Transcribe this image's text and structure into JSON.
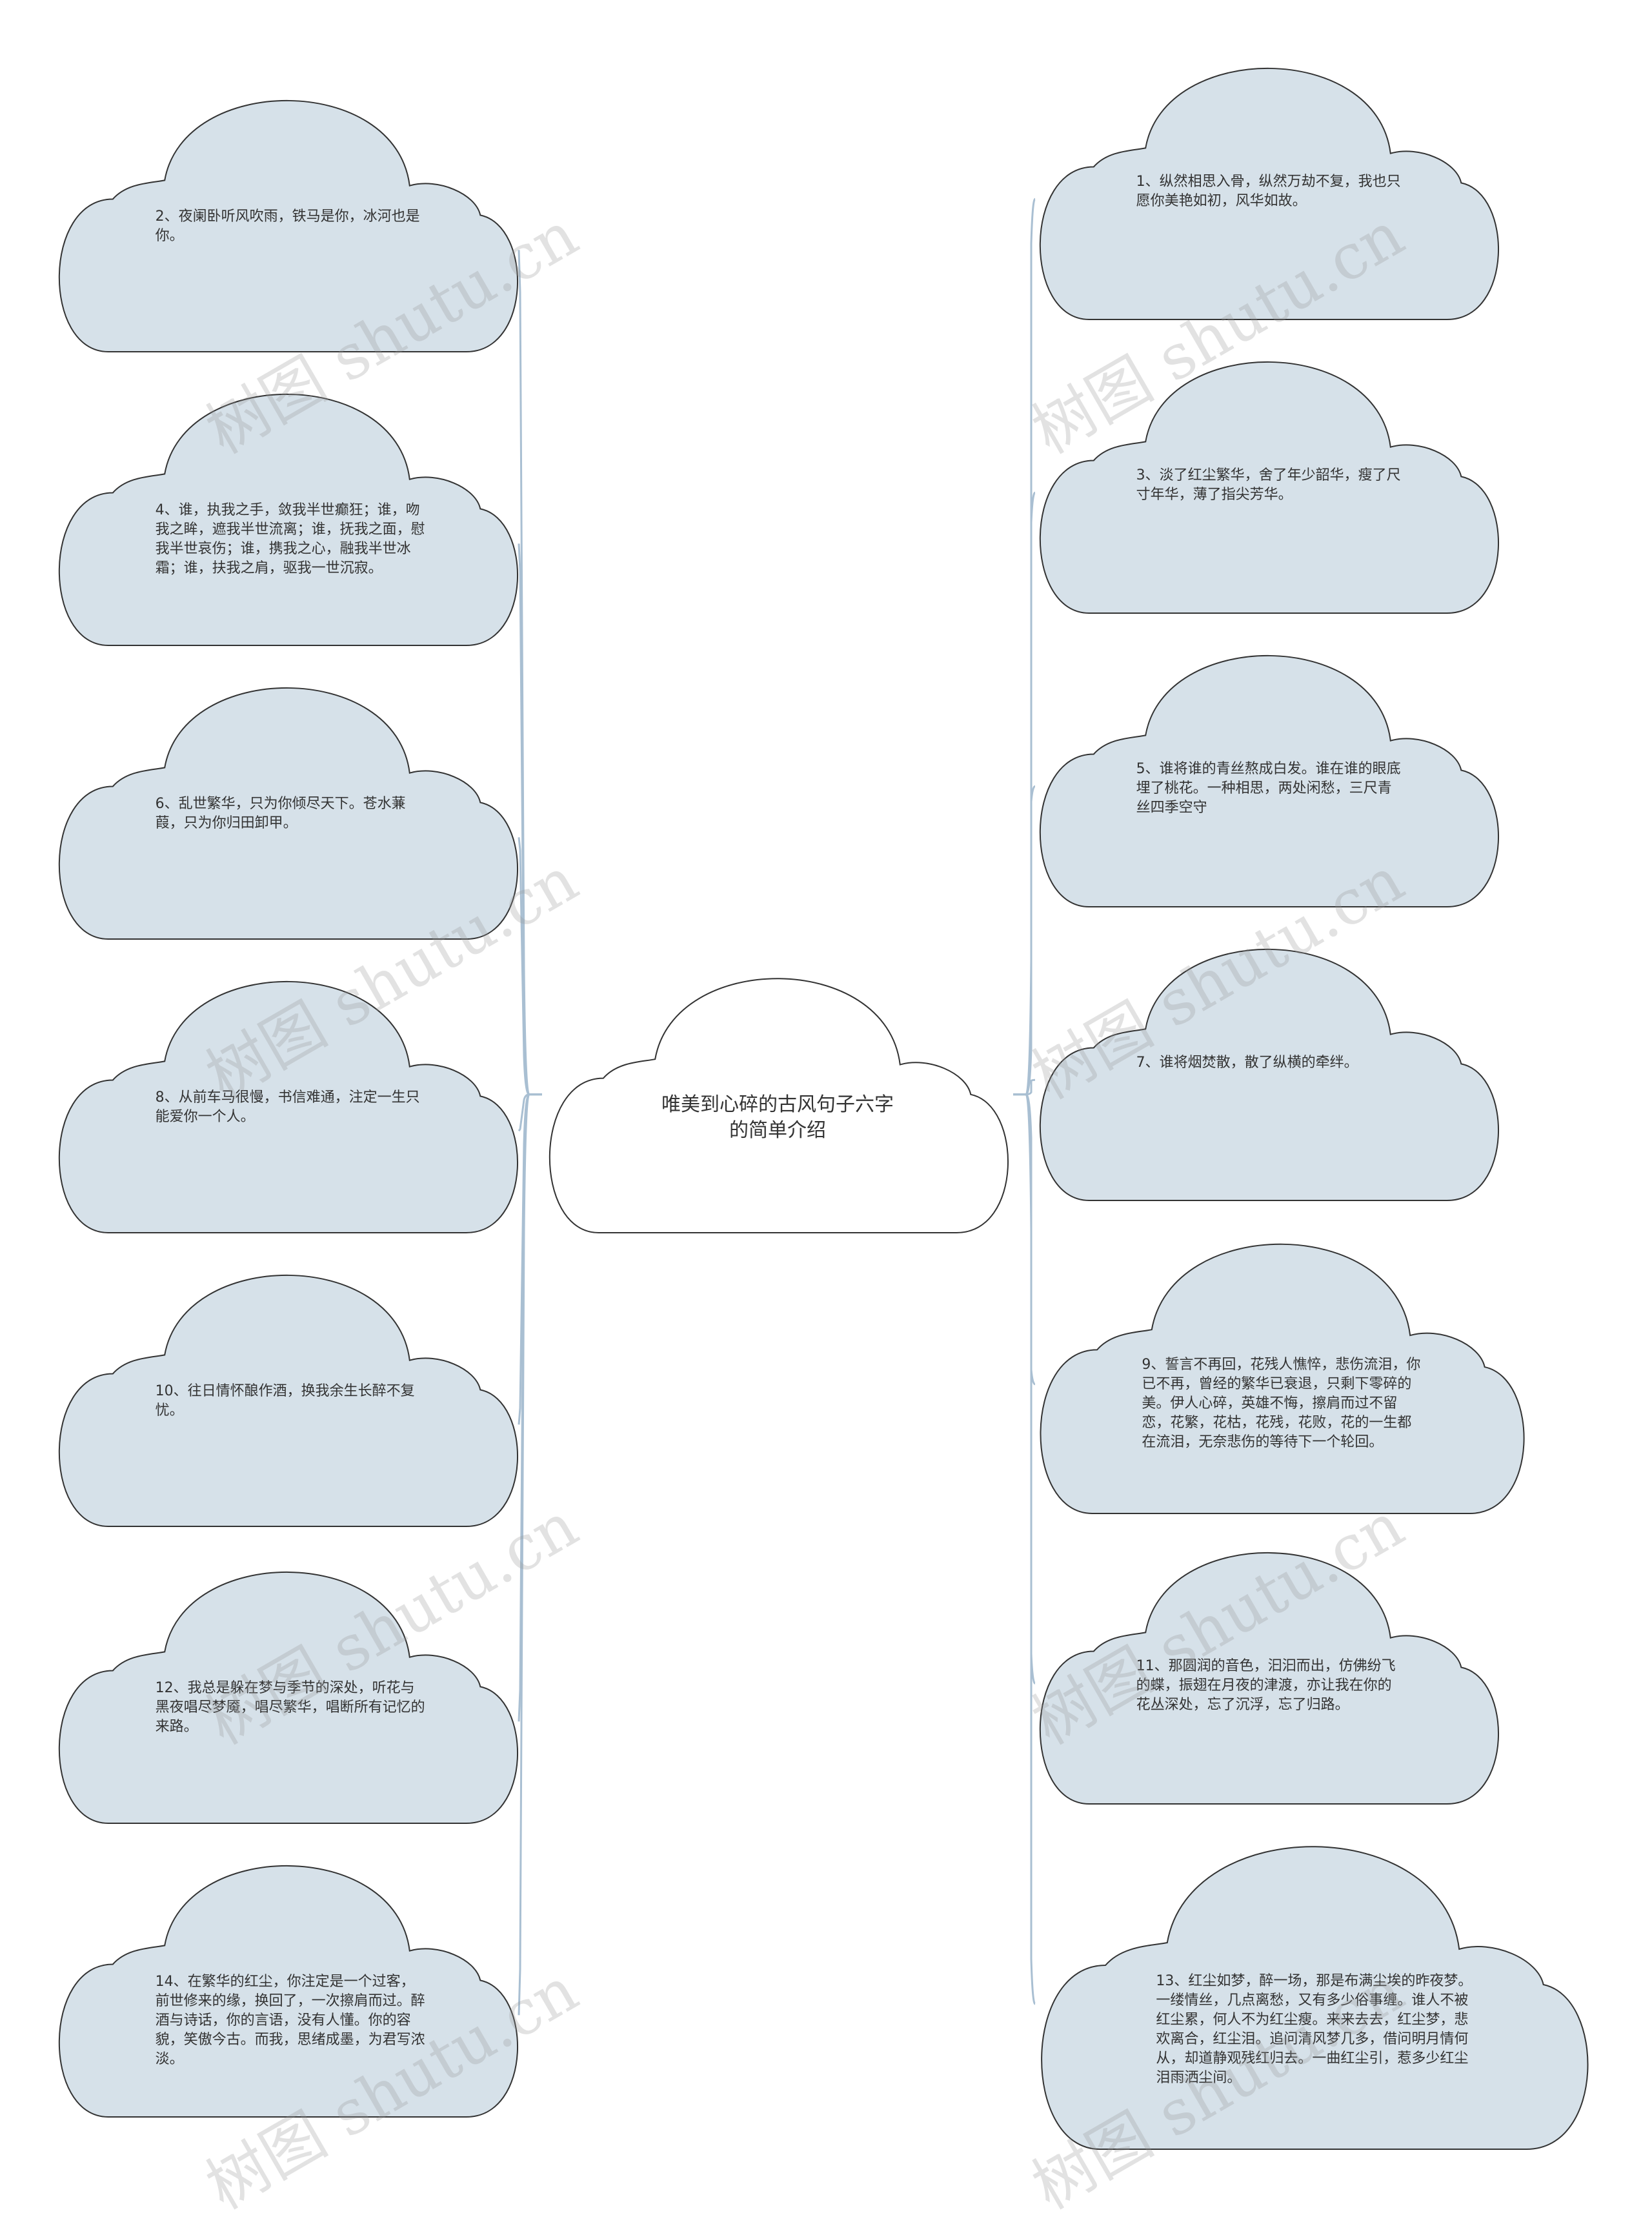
{
  "center": {
    "text": "唯美到心碎的古风句子六字的简单介绍"
  },
  "left_nodes": [
    {
      "text": "2、夜阑卧听风吹雨，铁马是你，冰河也是你。"
    },
    {
      "text": "4、谁，执我之手，敛我半世癫狂；谁，吻我之眸，遮我半世流离；谁，抚我之面，慰我半世哀伤；谁，携我之心，融我半世冰霜；谁，扶我之肩，驱我一世沉寂。"
    },
    {
      "text": "6、乱世繁华，只为你倾尽天下。苍水蒹葭，只为你归田卸甲。"
    },
    {
      "text": "8、从前车马很慢，书信难通，注定一生只能爱你一个人。"
    },
    {
      "text": "10、往日情怀酿作酒，换我余生长醉不复忧。"
    },
    {
      "text": "12、我总是躲在梦与季节的深处，听花与黑夜唱尽梦魇，唱尽繁华，唱断所有记忆的来路。"
    },
    {
      "text": "14、在繁华的红尘，你注定是一个过客，前世修来的缘，换回了，一次擦肩而过。醉酒与诗话，你的言语，没有人懂。你的容貌，笑傲今古。而我，思绪成墨，为君写浓淡。"
    }
  ],
  "right_nodes": [
    {
      "text": "1、纵然相思入骨，纵然万劫不复，我也只愿你美艳如初，风华如故。"
    },
    {
      "text": "3、淡了红尘繁华，舍了年少韶华，瘦了尺寸年华，薄了指尖芳华。"
    },
    {
      "text": "5、谁将谁的青丝熬成白发。谁在谁的眼底埋了桃花。一种相思，两处闲愁，三尺青丝四季空守"
    },
    {
      "text": "7、谁将烟焚散，散了纵横的牵绊。"
    },
    {
      "text": "9、誓言不再回，花残人憔悴，悲伤流泪，你已不再，曾经的繁华已衰退，只剩下零碎的美。伊人心碎，英雄不悔，擦肩而过不留恋，花繁，花枯，花残，花败，花的一生都在流泪，无奈悲伤的等待下一个轮回。"
    },
    {
      "text": "11、那圆润的音色，汩汩而出，仿佛纷飞的蝶，振翅在月夜的津渡，亦让我在你的花丛深处，忘了沉浮，忘了归路。"
    },
    {
      "text": "13、红尘如梦，醉一场，那是布满尘埃的昨夜梦。一缕情丝，几点离愁，又有多少俗事缠。谁人不被红尘累，何人不为红尘瘦。来来去去，红尘梦，悲欢离合，红尘泪。追问清风梦几多，借问明月情何从，却道静观残红归去。一曲红尘引，惹多少红尘泪雨洒尘间。"
    }
  ],
  "watermark": {
    "text": "树图 shutu.cn"
  },
  "colors": {
    "cloud_fill": "#d6e1e9",
    "cloud_stroke": "#333333",
    "center_fill": "#ffffff",
    "connector": "#a9bfd2"
  }
}
